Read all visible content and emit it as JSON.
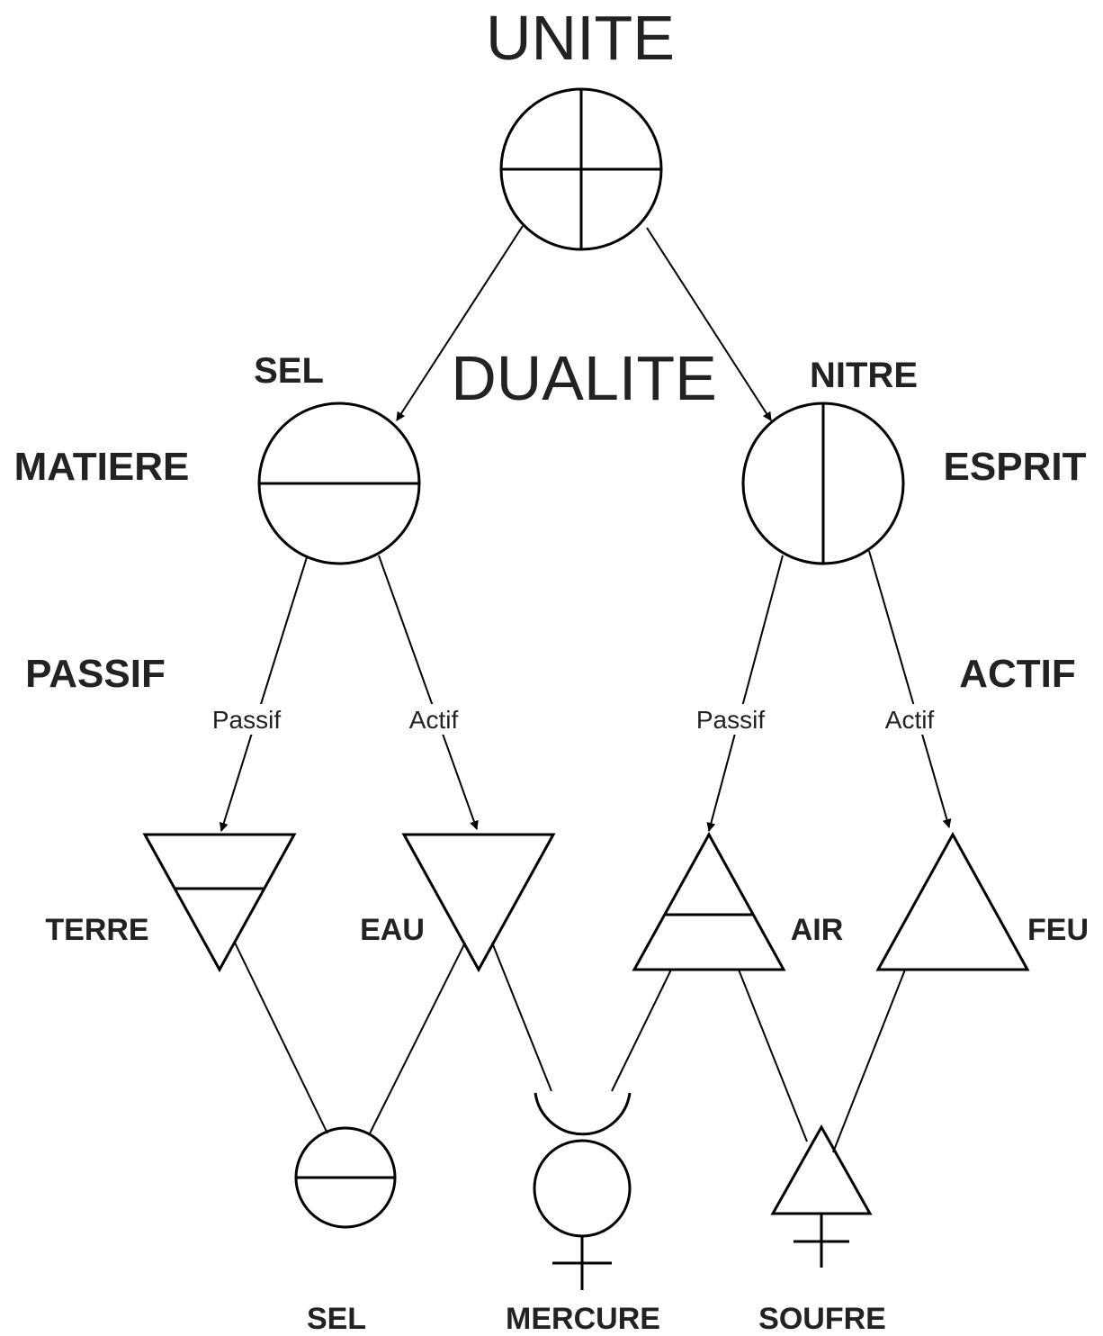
{
  "headings": {
    "unite": "UNITE",
    "dualite": "DUALITE"
  },
  "nodes": {
    "sel_top": "SEL",
    "nitre": "NITRE",
    "matiere": "MATIERE",
    "esprit": "ESPRIT",
    "passif": "PASSIF",
    "actif": "ACTIF",
    "terre": "TERRE",
    "eau": "EAU",
    "air": "AIR",
    "feu": "FEU",
    "sel_bottom": "SEL",
    "mercure": "MERCURE",
    "soufre": "SOUFRE"
  },
  "edge_labels": {
    "sel_terre": "Passif",
    "sel_eau": "Actif",
    "nitre_air": "Passif",
    "nitre_feu": "Actif"
  },
  "colors": {
    "stroke": "#000000",
    "text": "#222222",
    "background": "#ffffff"
  }
}
